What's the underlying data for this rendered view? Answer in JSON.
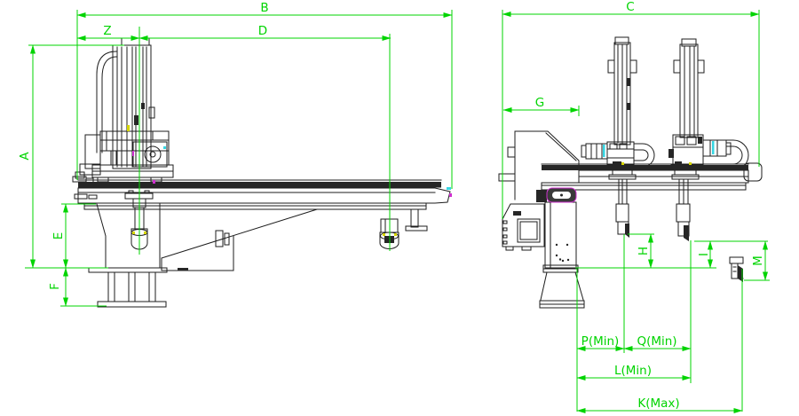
{
  "page": {
    "background": "#ffffff"
  },
  "colors": {
    "dimension": "#00d400",
    "line": "#1d1d1d",
    "dark_fill": "#262626",
    "cyan": "#35d6e3",
    "magenta": "#cf2fcf",
    "yellow": "#d6d600"
  },
  "views": {
    "side_view": {
      "name": "side-elevation"
    },
    "front_view": {
      "name": "front-elevation"
    }
  },
  "dimensions": {
    "a": "A",
    "b": "B",
    "c": "C",
    "d": "D",
    "e": "E",
    "f": "F",
    "g": "G",
    "h": "H",
    "i": "I",
    "m": "M",
    "z": "Z",
    "p": "P(Min)",
    "q": "Q(Min)",
    "l": "L(Min)",
    "k": "K(Max)"
  }
}
